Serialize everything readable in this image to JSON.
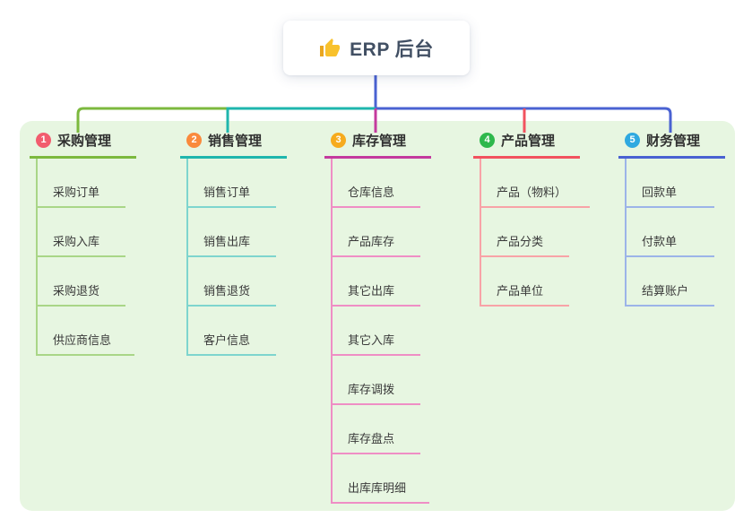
{
  "root": {
    "title": "ERP 后台",
    "icon": "thumbs-up-icon",
    "icon_color": "#f8c12c",
    "icon_accent": "#e9a61f",
    "text_color": "#414f63"
  },
  "palette": {
    "panel_background": "#e7f6e1",
    "card_background": "#ffffff",
    "title_text": "#303030",
    "child_text": "#3a3a3a"
  },
  "branches": [
    {
      "index": "1",
      "label": "采购管理",
      "badge_color": "#f25c6e",
      "line_color": "#7cb93e",
      "child_line_color": "#a9d687",
      "children": [
        "采购订单",
        "采购入库",
        "采购退货",
        "供应商信息"
      ]
    },
    {
      "index": "2",
      "label": "销售管理",
      "badge_color": "#fa8a3c",
      "line_color": "#1fb6ad",
      "child_line_color": "#7ed5ce",
      "children": [
        "销售订单",
        "销售出库",
        "销售退货",
        "客户信息"
      ]
    },
    {
      "index": "3",
      "label": "库存管理",
      "badge_color": "#f6ab1d",
      "line_color": "#c43a9e",
      "child_line_color": "#ef8ec5",
      "children": [
        "仓库信息",
        "产品库存",
        "其它出库",
        "其它入库",
        "库存调拨",
        "库存盘点",
        "出库库明细"
      ]
    },
    {
      "index": "4",
      "label": "产品管理",
      "badge_color": "#2eb84c",
      "line_color": "#f2525f",
      "child_line_color": "#f8a3a7",
      "children": [
        "产品（物料）",
        "产品分类",
        "产品单位"
      ]
    },
    {
      "index": "5",
      "label": "财务管理",
      "badge_color": "#2fa9e0",
      "line_color": "#4a62d2",
      "child_line_color": "#9cb4e8",
      "children": [
        "回款单",
        "付款单",
        "结算账户"
      ]
    }
  ]
}
